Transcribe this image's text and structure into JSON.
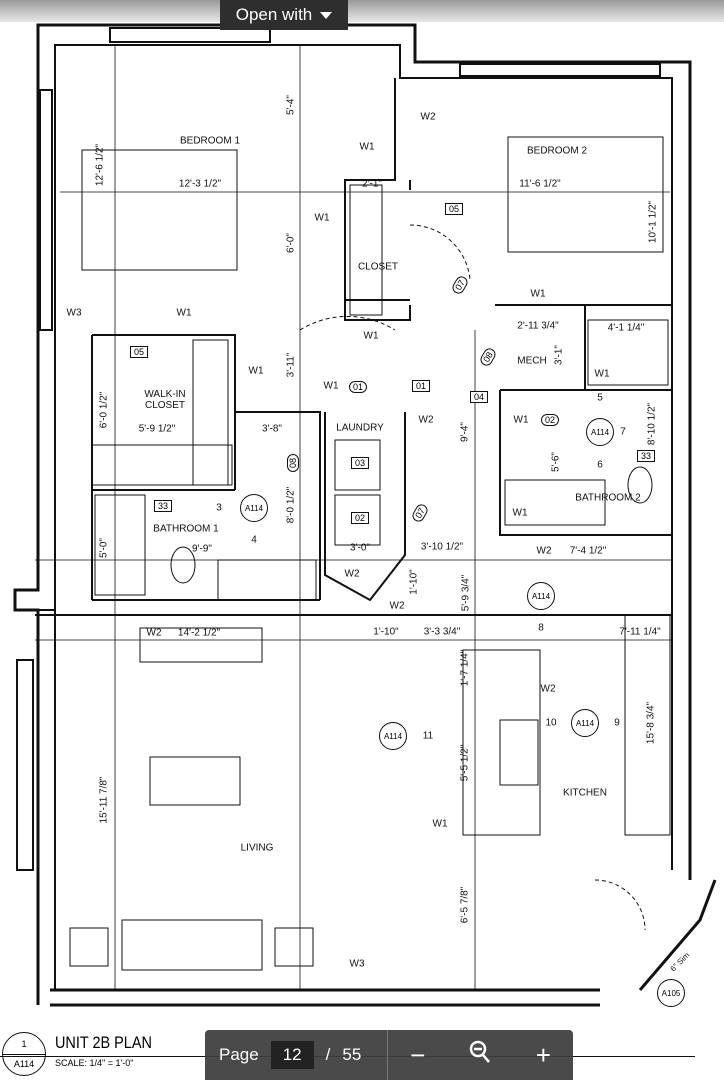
{
  "viewer": {
    "open_with_label": "Open with",
    "page_label": "Page",
    "current_page": "12",
    "separator": "/",
    "total_pages": "55",
    "zoom_out_symbol": "−",
    "zoom_reset_symbol": "⚲",
    "zoom_in_symbol": "+"
  },
  "title_block": {
    "detail_number": "1",
    "sheet": "A114",
    "title": "UNIT 2B PLAN",
    "scale": "SCALE: 1/4\" = 1'-0\""
  },
  "plan": {
    "rooms": [
      "BEDROOM 1",
      "BEDROOM 2",
      "CLOSET",
      "WALK-IN CLOSET",
      "LAUNDRY",
      "MECH",
      "BATHROOM 2",
      "BATHROOM 1",
      "KITCHEN",
      "LIVING"
    ],
    "dims": [
      "12'-6 1/2\"",
      "12'-3 1/2\"",
      "5'-4\"",
      "2'-1\"",
      "11'-6 1/2\"",
      "6'-0\"",
      "10'-1 1/2\"",
      "2'-11 3/4\"",
      "4'-1 1/4\"",
      "3'-1\"",
      "3'-11\"",
      "6'-0 1/2\"",
      "5'-9 1/2\"",
      "3'-8\"",
      "9'-4\"",
      "8'-10 1/2\"",
      "5'-6\"",
      "8'-0 1/2\"",
      "9'-9\"",
      "5'-0\"",
      "3'-0\"",
      "3'-10 1/2\"",
      "7'-4 1/2\"",
      "1'-10\"",
      "5'-9 3/4\"",
      "14'-2 1/2\"",
      "1'-10\"",
      "3'-3 3/4\"",
      "7'-11 1/4\"",
      "1'-7 1/4\"",
      "15'-8 3/4\"",
      "5'-5 1/2\"",
      "15'-11 7/8\"",
      "6'-5 7/8\"",
      "6\" Sim"
    ],
    "walls": [
      "W2",
      "W1",
      "W1",
      "W3",
      "W1",
      "W1",
      "W1",
      "W1",
      "W1",
      "W2",
      "W1",
      "W1",
      "W1",
      "W2",
      "W2",
      "W2",
      "W2",
      "W2",
      "W1",
      "W3"
    ],
    "tags": [
      "05",
      "05",
      "01",
      "01",
      "04",
      "02",
      "03",
      "02",
      "33",
      "33",
      "07",
      "08",
      "07",
      "08"
    ],
    "refs": [
      {
        "sheet": "A114",
        "num": "7"
      },
      {
        "sheet": "A114",
        "num": "4"
      },
      {
        "sheet": "A114",
        "num": "8"
      },
      {
        "sheet": "A114",
        "num": "11"
      },
      {
        "sheet": "A114",
        "num": "9"
      },
      {
        "sheet": "A105",
        "num": ""
      }
    ],
    "ref_numbers": [
      "5",
      "6",
      "3",
      "10"
    ]
  }
}
